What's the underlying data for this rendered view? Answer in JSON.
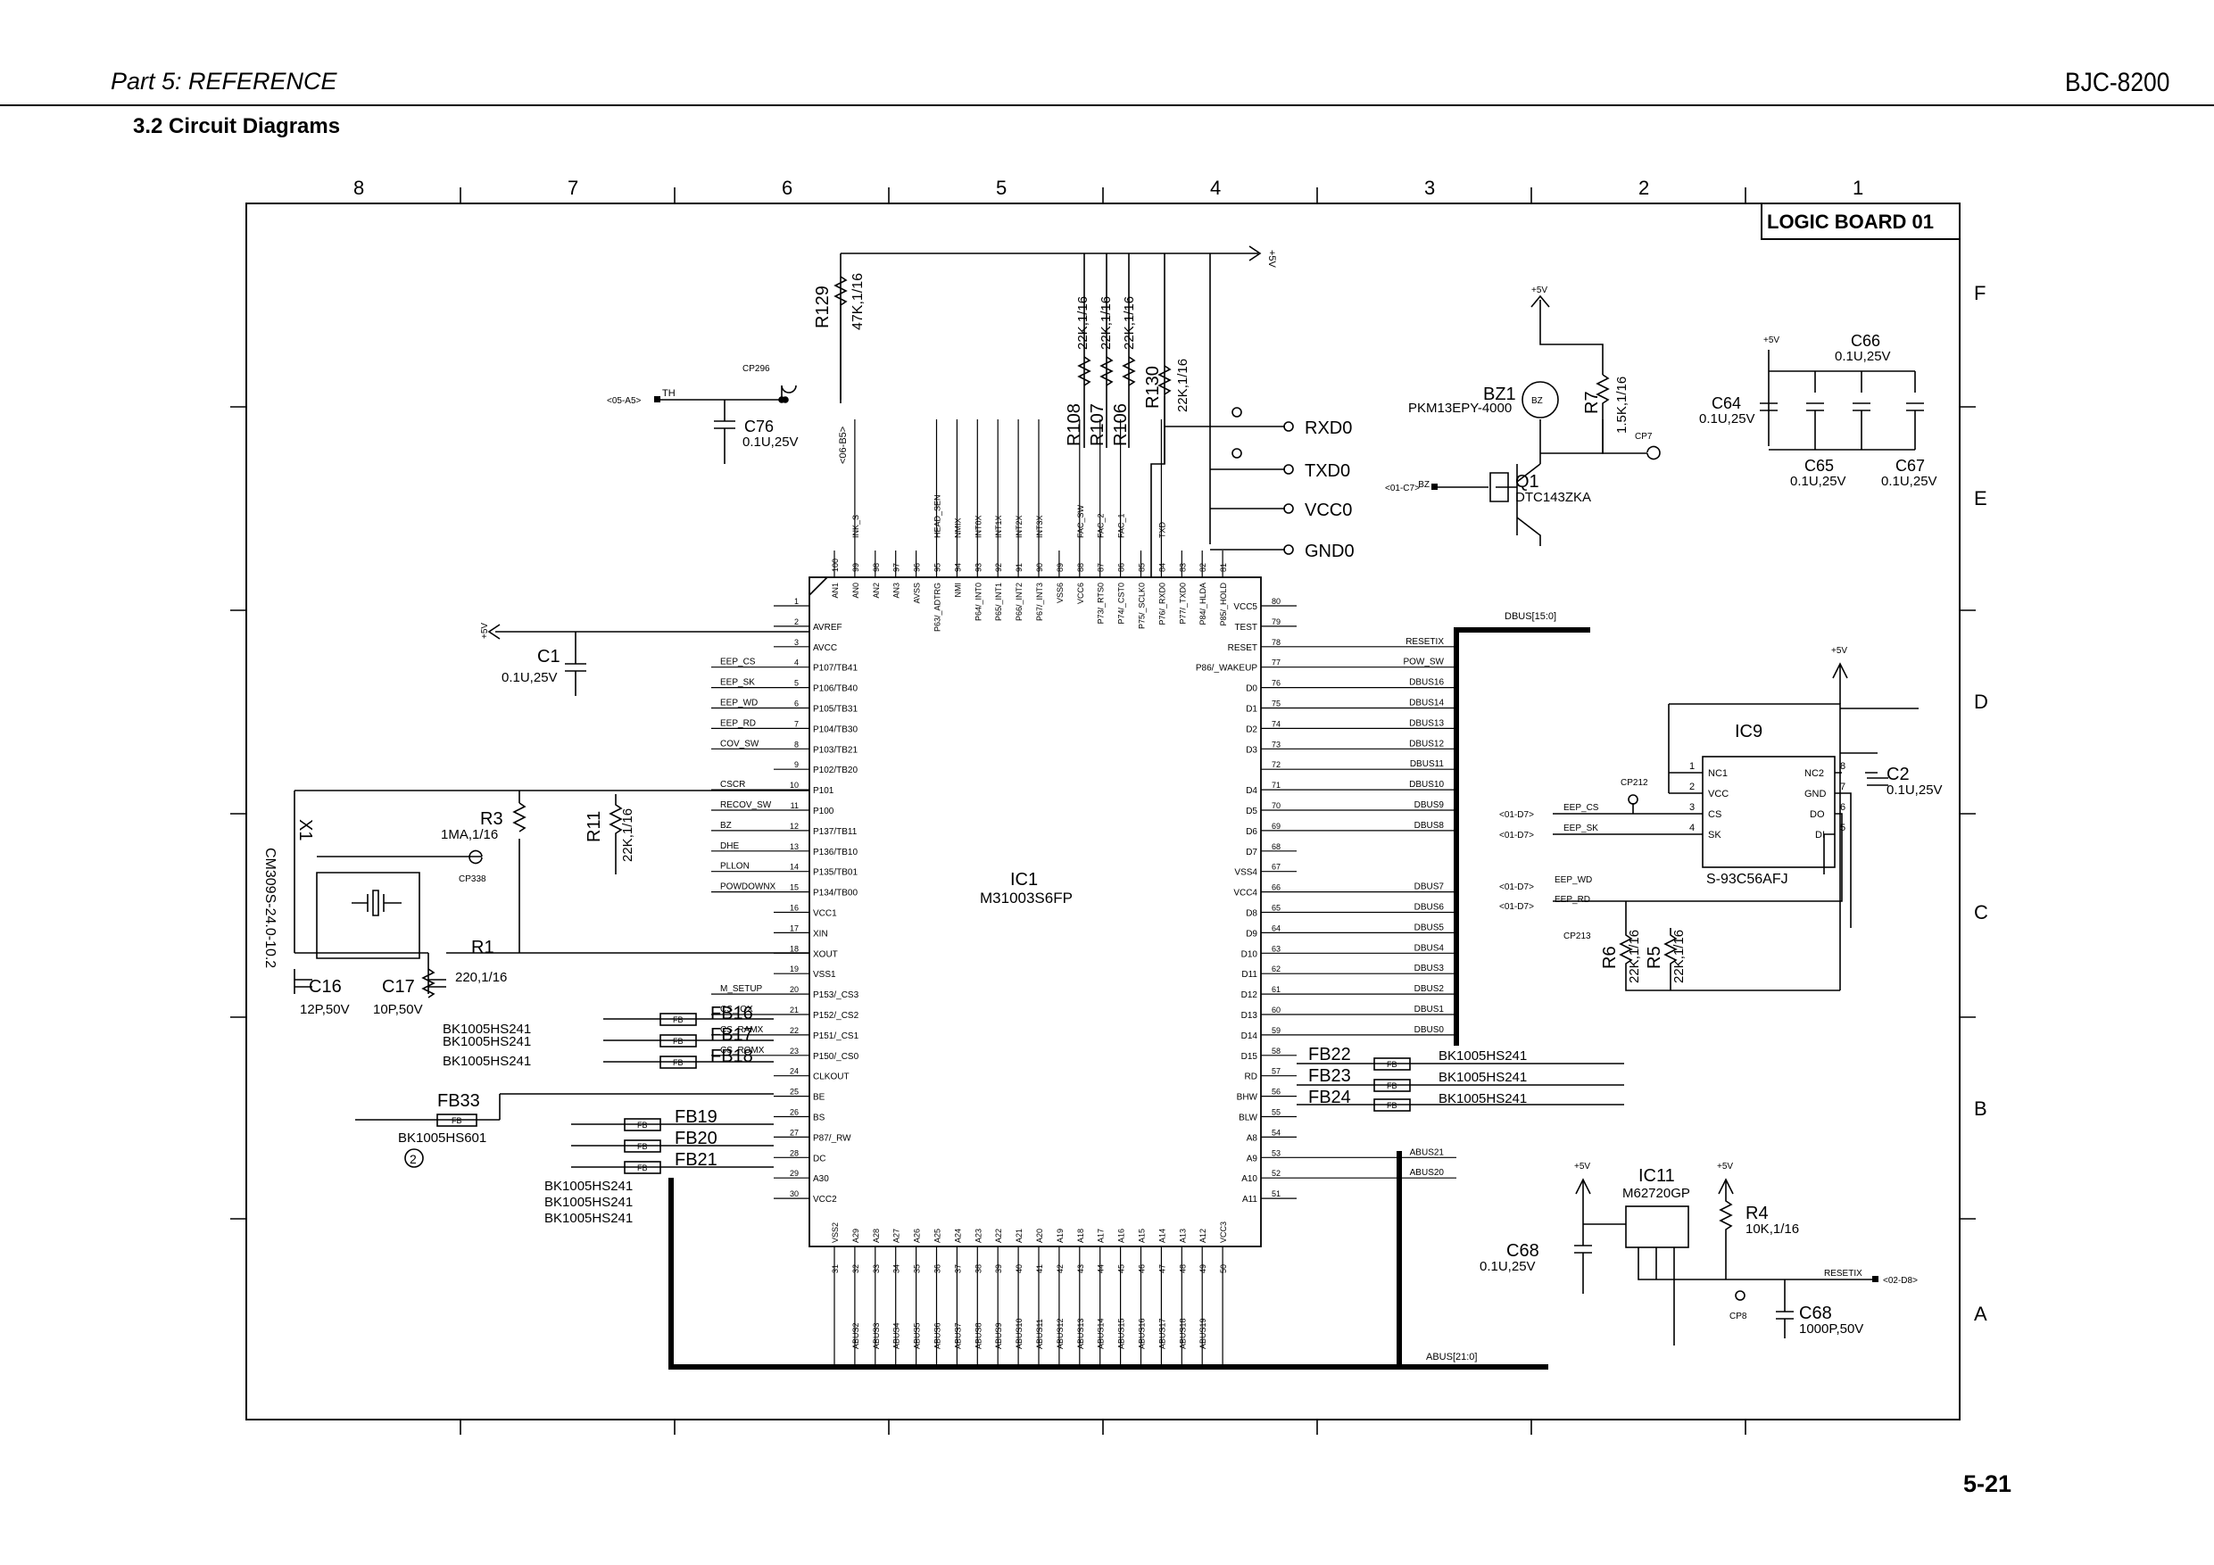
{
  "header": {
    "part": "Part 5: REFERENCE",
    "model": "BJC-8200"
  },
  "section_title": "3.2 Circuit Diagrams",
  "page_number": "5-21",
  "board_title": "LOGIC BOARD 01",
  "grid": {
    "columns": [
      "8",
      "7",
      "6",
      "5",
      "4",
      "3",
      "2",
      "1"
    ],
    "rows": [
      "F",
      "E",
      "D",
      "C",
      "B",
      "A"
    ]
  },
  "ic1": {
    "ref": "IC1",
    "part": "M31003S6FP",
    "left_pins": [
      {
        "n": "1",
        "name": "",
        "net": ""
      },
      {
        "n": "2",
        "name": "AVREF",
        "net": ""
      },
      {
        "n": "3",
        "name": "AVCC",
        "net": ""
      },
      {
        "n": "4",
        "name": "P107/TB41",
        "net": "EEP_CS"
      },
      {
        "n": "5",
        "name": "P106/TB40",
        "net": "EEP_SK"
      },
      {
        "n": "6",
        "name": "P105/TB31",
        "net": "EEP_WD"
      },
      {
        "n": "7",
        "name": "P104/TB30",
        "net": "EEP_RD"
      },
      {
        "n": "8",
        "name": "P103/TB21",
        "net": "COV_SW"
      },
      {
        "n": "9",
        "name": "P102/TB20",
        "net": ""
      },
      {
        "n": "10",
        "name": "P101",
        "net": "CSCR"
      },
      {
        "n": "11",
        "name": "P100",
        "net": "RECOV_SW"
      },
      {
        "n": "12",
        "name": "P137/TB11",
        "net": "BZ"
      },
      {
        "n": "13",
        "name": "P136/TB10",
        "net": "DHE"
      },
      {
        "n": "14",
        "name": "P135/TB01",
        "net": "PLLON"
      },
      {
        "n": "15",
        "name": "P134/TB00",
        "net": "POWDOWNX"
      },
      {
        "n": "16",
        "name": "VCC1",
        "net": ""
      },
      {
        "n": "17",
        "name": "XIN",
        "net": ""
      },
      {
        "n": "18",
        "name": "XOUT",
        "net": ""
      },
      {
        "n": "19",
        "name": "VSS1",
        "net": ""
      },
      {
        "n": "20",
        "name": "P153/_CS3",
        "net": "M_SETUP"
      },
      {
        "n": "21",
        "name": "P152/_CS2",
        "net": "CS_IOX"
      },
      {
        "n": "22",
        "name": "P151/_CS1",
        "net": "CS_RAMX"
      },
      {
        "n": "23",
        "name": "P150/_CS0",
        "net": "CS_ROMX"
      },
      {
        "n": "24",
        "name": "CLKOUT",
        "net": ""
      },
      {
        "n": "25",
        "name": "BE",
        "net": ""
      },
      {
        "n": "26",
        "name": "BS",
        "net": ""
      },
      {
        "n": "27",
        "name": "P87/_RW",
        "net": ""
      },
      {
        "n": "28",
        "name": "DC",
        "net": ""
      },
      {
        "n": "29",
        "name": "A30",
        "net": ""
      },
      {
        "n": "30",
        "name": "VCC2",
        "net": ""
      }
    ],
    "right_pins": [
      {
        "n": "80",
        "name": "VCC5",
        "net": ""
      },
      {
        "n": "79",
        "name": "TEST",
        "net": ""
      },
      {
        "n": "78",
        "name": "RESET",
        "net": "RESETIX"
      },
      {
        "n": "77",
        "name": "P86/_WAKEUP",
        "net": "POW_SW"
      },
      {
        "n": "76",
        "name": "D0",
        "net": "DBUS16"
      },
      {
        "n": "75",
        "name": "D1",
        "net": "DBUS14"
      },
      {
        "n": "74",
        "name": "D2",
        "net": "DBUS13"
      },
      {
        "n": "73",
        "name": "D3",
        "net": "DBUS12"
      },
      {
        "n": "72",
        "name": "",
        "net": "DBUS11"
      },
      {
        "n": "71",
        "name": "D4",
        "net": "DBUS10"
      },
      {
        "n": "70",
        "name": "D5",
        "net": "DBUS9"
      },
      {
        "n": "69",
        "name": "D6",
        "net": "DBUS8"
      },
      {
        "n": "68",
        "name": "D7",
        "net": ""
      },
      {
        "n": "67",
        "name": "VSS4",
        "net": ""
      },
      {
        "n": "66",
        "name": "VCC4",
        "net": "DBUS7"
      },
      {
        "n": "65",
        "name": "D8",
        "net": "DBUS6"
      },
      {
        "n": "64",
        "name": "D9",
        "net": "DBUS5"
      },
      {
        "n": "63",
        "name": "D10",
        "net": "DBUS4"
      },
      {
        "n": "62",
        "name": "D11",
        "net": "DBUS3"
      },
      {
        "n": "61",
        "name": "D12",
        "net": "DBUS2"
      },
      {
        "n": "60",
        "name": "D13",
        "net": "DBUS1"
      },
      {
        "n": "59",
        "name": "D14",
        "net": "DBUS0"
      },
      {
        "n": "58",
        "name": "D15",
        "net": ""
      },
      {
        "n": "57",
        "name": "RD",
        "net": ""
      },
      {
        "n": "56",
        "name": "BHW",
        "net": ""
      },
      {
        "n": "55",
        "name": "BLW",
        "net": ""
      },
      {
        "n": "54",
        "name": "A8",
        "net": ""
      },
      {
        "n": "53",
        "name": "A9",
        "net": "ABUS21"
      },
      {
        "n": "52",
        "name": "A10",
        "net": "ABUS20"
      },
      {
        "n": "51",
        "name": "A11",
        "net": ""
      }
    ],
    "top_pins": [
      {
        "n": "100",
        "name": "AN1",
        "net": ""
      },
      {
        "n": "99",
        "name": "AN0",
        "net": "INK_S"
      },
      {
        "n": "98",
        "name": "AN2",
        "net": ""
      },
      {
        "n": "97",
        "name": "AN3",
        "net": ""
      },
      {
        "n": "96",
        "name": "AVSS",
        "net": ""
      },
      {
        "n": "95",
        "name": "P63/_ADTRG",
        "net": "HEAD_SEN"
      },
      {
        "n": "94",
        "name": "NMI",
        "net": "NMIX"
      },
      {
        "n": "93",
        "name": "P64/_INT0",
        "net": "INT0X"
      },
      {
        "n": "92",
        "name": "P65/_INT1",
        "net": "INT1X"
      },
      {
        "n": "91",
        "name": "P66/_INT2",
        "net": "INT2X"
      },
      {
        "n": "90",
        "name": "P67/_INT3",
        "net": "INT3X"
      },
      {
        "n": "89",
        "name": "VSS6",
        "net": ""
      },
      {
        "n": "88",
        "name": "VCC6",
        "net": "FAC_SW"
      },
      {
        "n": "87",
        "name": "P73/_RTS0",
        "net": "FAC_2"
      },
      {
        "n": "86",
        "name": "P74/_CST0",
        "net": "FAC_1"
      },
      {
        "n": "85",
        "name": "P75/_SCLK0",
        "net": ""
      },
      {
        "n": "84",
        "name": "P76/_RXD0",
        "net": "TXD"
      },
      {
        "n": "83",
        "name": "P77/_TXD0",
        "net": ""
      },
      {
        "n": "82",
        "name": "P84/_HLDA",
        "net": ""
      },
      {
        "n": "81",
        "name": "P85/_HOLD",
        "net": ""
      }
    ],
    "bottom_pins": [
      {
        "n": "31",
        "name": "VSS2",
        "net": ""
      },
      {
        "n": "32",
        "name": "A29",
        "net": "ABUS2"
      },
      {
        "n": "33",
        "name": "A28",
        "net": "ABUS3"
      },
      {
        "n": "34",
        "name": "A27",
        "net": "ABUS4"
      },
      {
        "n": "35",
        "name": "A26",
        "net": "ABUS5"
      },
      {
        "n": "36",
        "name": "A25",
        "net": "ABUS6"
      },
      {
        "n": "37",
        "name": "A24",
        "net": "ABUS7"
      },
      {
        "n": "38",
        "name": "A23",
        "net": "ABUS8"
      },
      {
        "n": "39",
        "name": "A22",
        "net": "ABUS9"
      },
      {
        "n": "40",
        "name": "A21",
        "net": "ABUS10"
      },
      {
        "n": "41",
        "name": "A20",
        "net": "ABUS11"
      },
      {
        "n": "42",
        "name": "A19",
        "net": "ABUS12"
      },
      {
        "n": "43",
        "name": "A18",
        "net": "ABUS13"
      },
      {
        "n": "44",
        "name": "A17",
        "net": "ABUS14"
      },
      {
        "n": "45",
        "name": "A16",
        "net": "ABUS15"
      },
      {
        "n": "46",
        "name": "A15",
        "net": "ABUS16"
      },
      {
        "n": "47",
        "name": "A14",
        "net": "ABUS17"
      },
      {
        "n": "48",
        "name": "A13",
        "net": "ABUS18"
      },
      {
        "n": "49",
        "name": "A12",
        "net": "ABUS19"
      },
      {
        "n": "50",
        "name": "VCC3",
        "net": ""
      }
    ]
  },
  "labels": {
    "r129": "R129",
    "r129v": "47K,1/16",
    "r108": "R108",
    "r107": "R107",
    "r106": "R106",
    "r10xv": "22K,1/16",
    "r130": "R130",
    "r130v": "22K,1/16",
    "bz1": "BZ1",
    "bz1p": "PKM13EPY-4000",
    "bz": "BZ",
    "r7": "R7",
    "r7v": "1.5K,1/16",
    "q1": "Q1",
    "q1p": "DTC143ZKA",
    "c64": "C64",
    "c65": "C65",
    "c66": "C66",
    "c67": "C67",
    "cval": "0.1U,25V",
    "c76": "C76",
    "c1": "C1",
    "c2": "C2",
    "ic9": "IC9",
    "ic9p": "S-93C56AFJ",
    "r6": "R6",
    "r5": "R5",
    "r56v": "22K,1/16",
    "x1": "X1",
    "x1p": "CM309S-24.0-10.2",
    "r3": "R3",
    "r3v": "1MA,1/16",
    "r11": "R11",
    "r11v": "22K,1/16",
    "r1": "R1",
    "r1v": "220,1/16",
    "c16": "C16",
    "c16v": "12P,50V",
    "c17": "C17",
    "c17v": "10P,50V",
    "fb16": "FB16",
    "fb17": "FB17",
    "fb18": "FB18",
    "fb19": "FB19",
    "fb20": "FB20",
    "fb21": "FB21",
    "fb22": "FB22",
    "fb23": "FB23",
    "fb24": "FB24",
    "fb33": "FB33",
    "fb33p": "BK1005HS601",
    "bk": "BK1005HS241",
    "fb": "FB",
    "ic11": "IC11",
    "ic11p": "M62720GP",
    "r4": "R4",
    "r4v": "10K,1/16",
    "c68": "C68",
    "c68v": "0.1U,25V",
    "c68b": "C68",
    "c68bv": "1000P,50V",
    "rxd0": "RXD0",
    "txd0": "TXD0",
    "vcc0": "VCC0",
    "gnd0": "GND0",
    "plus5v": "+5V",
    "th": "TH",
    "dbus": "DBUS[15:0]",
    "abus": "ABUS[21:0]",
    "circle2": "2"
  }
}
